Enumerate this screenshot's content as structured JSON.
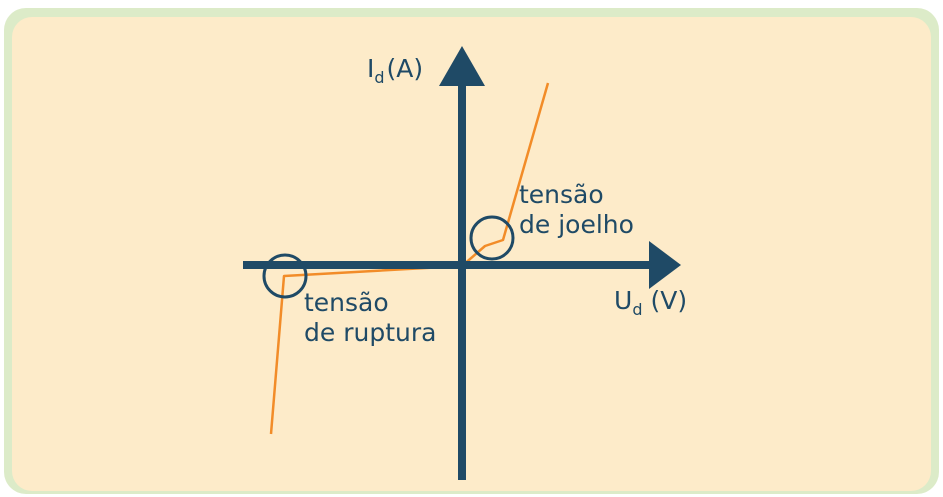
{
  "axes": {
    "y_label_main": "I",
    "y_label_sub": "d",
    "y_label_unit": "(A)",
    "x_label_main": "U",
    "x_label_sub": "d",
    "x_label_unit": "(V)"
  },
  "annotations": {
    "knee_line1": "tensão",
    "knee_line2": "de joelho",
    "breakdown_line1": "tensão",
    "breakdown_line2": "de ruptura"
  },
  "colors": {
    "axis": "#1f4a66",
    "curve": "#f28c28",
    "panel_bg": "#fdebc9",
    "frame_bg": "#dcebc8"
  }
}
